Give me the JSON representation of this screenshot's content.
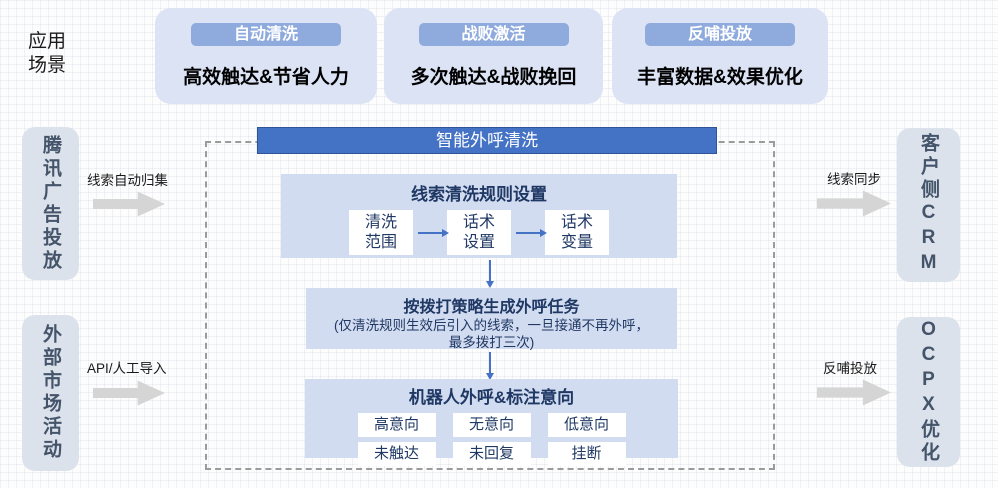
{
  "scene": {
    "line1": "应用",
    "line2": "场景"
  },
  "cards": [
    {
      "badge": "自动清洗",
      "title": "高效触达&节省人力"
    },
    {
      "badge": "战败激活",
      "title": "多次触达&战败挽回"
    },
    {
      "badge": "反哺投放",
      "title": "丰富数据&效果优化"
    }
  ],
  "sources": [
    {
      "label": "腾讯广告投放",
      "arrow_label": "线索自动归集"
    },
    {
      "label": "外部市场活动",
      "arrow_label": "API/人工导入"
    }
  ],
  "targets": [
    {
      "label": "客户侧CRM",
      "arrow_label": "线索同步"
    },
    {
      "label": "OCPX优化",
      "arrow_label": "反哺投放"
    }
  ],
  "process": {
    "title": "智能外呼清洗",
    "step1": {
      "title": "线索清洗规则设置",
      "items": [
        [
          "清洗",
          "范围"
        ],
        [
          "话术",
          "设置"
        ],
        [
          "话术",
          "变量"
        ]
      ]
    },
    "step2": {
      "title": "按拨打策略生成外呼任务",
      "note1": "(仅清洗规则生效后引入的线索，一旦接通不再外呼，",
      "note2": "最多拨打三次)"
    },
    "step3": {
      "title": "机器人外呼&标注意向",
      "tags": [
        [
          "高意向",
          "无意向",
          "低意向"
        ],
        [
          "未触达",
          "未回复",
          "挂断"
        ]
      ]
    }
  },
  "colors": {
    "accent_blue": "#4472C4",
    "header_border": "#2F5597",
    "badge_blue": "#8FAADC",
    "card_bg": "#DBE3F4",
    "panel_bg": "#D2DCF0",
    "side_box_bg": "#DCE2EB",
    "navy_text": "#1F3864",
    "slate_text": "#44546A",
    "arrow_gray": "#D5D5D5",
    "dash_border": "#9B9B9B"
  }
}
